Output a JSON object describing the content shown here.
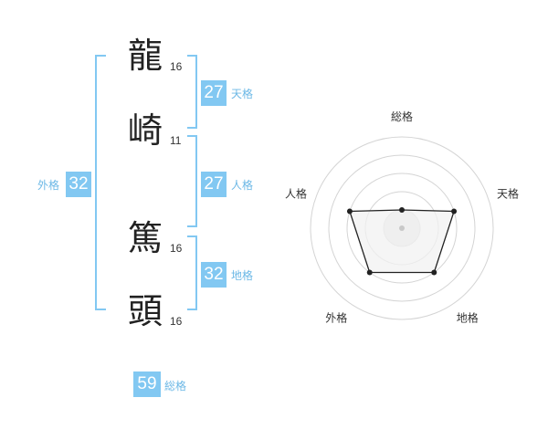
{
  "name": {
    "characters": [
      {
        "char": "龍",
        "strokes": "16"
      },
      {
        "char": "崎",
        "strokes": "11"
      },
      {
        "char": "篤",
        "strokes": "16"
      },
      {
        "char": "頭",
        "strokes": "16"
      }
    ]
  },
  "fortunes": {
    "tenkaku": {
      "value": "27",
      "label": "天格"
    },
    "jinkaku": {
      "value": "27",
      "label": "人格"
    },
    "chikaku": {
      "value": "32",
      "label": "地格"
    },
    "gaikaku": {
      "value": "32",
      "label": "外格"
    },
    "soukaku": {
      "value": "59",
      "label": "総格"
    }
  },
  "radar": {
    "axes": [
      "総格",
      "天格",
      "地格",
      "外格",
      "人格"
    ],
    "values": [
      1,
      3,
      3,
      3,
      3
    ],
    "max_value": 5,
    "ring_count": 5,
    "fill_color": "#f2f2f2",
    "line_color": "#222222",
    "ring_color": "#d4d4d4",
    "accent_color": "#82c8f2"
  }
}
